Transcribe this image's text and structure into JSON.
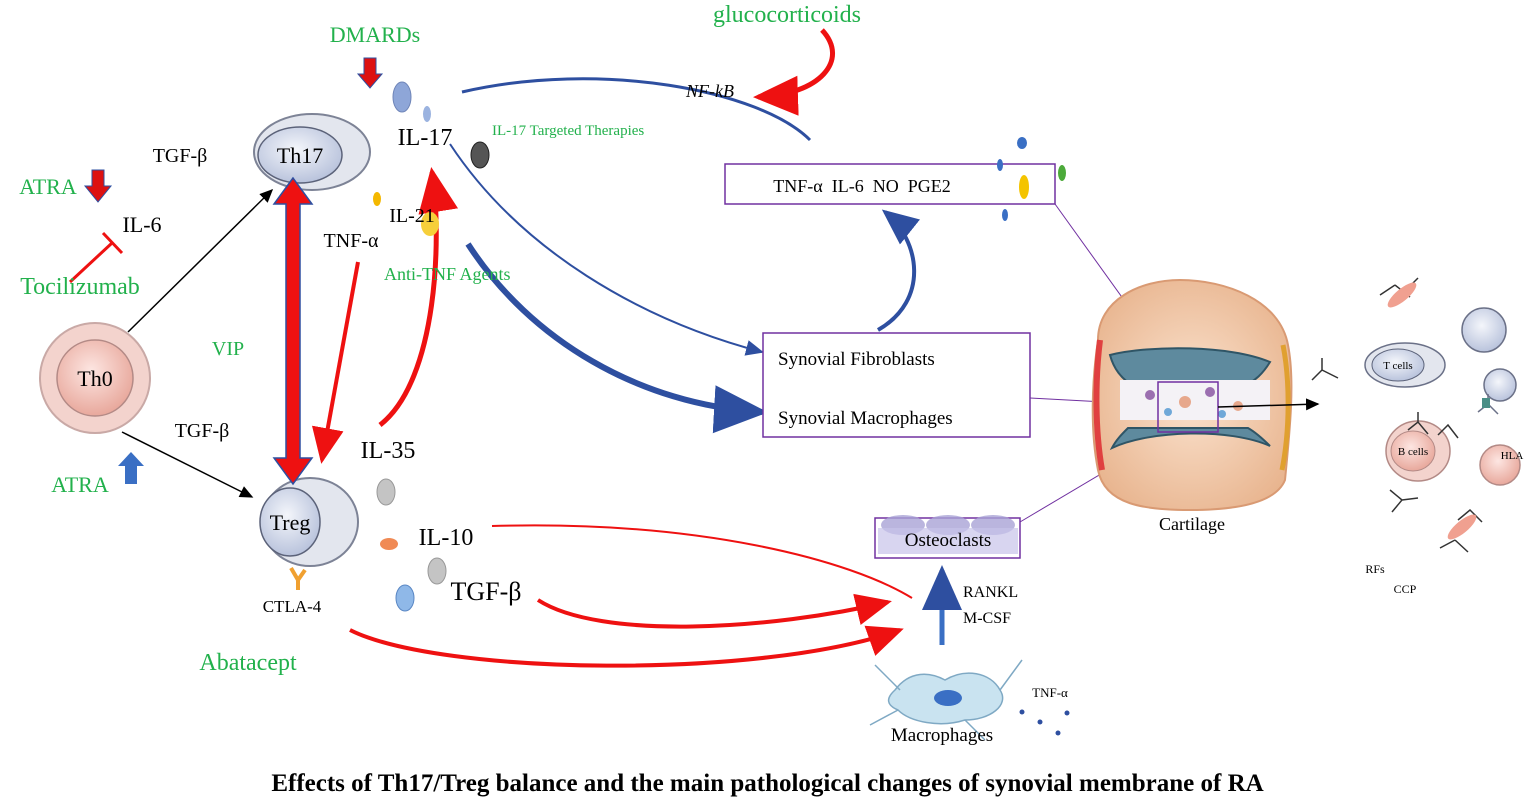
{
  "colors": {
    "green": "#22b14c",
    "red": "#ee1111",
    "blue": "#2e4fa0",
    "purple": "#7030a0",
    "black": "#000000"
  },
  "drugs": {
    "dmards": "DMARDs",
    "glucocorticoids": "glucocorticoids",
    "atra_top": "ATRA",
    "tocilizumab": "Tocilizumab",
    "vip": "VIP",
    "atra_bottom": "ATRA",
    "il17_therapies": "IL-17 Targeted Therapies",
    "anti_tnf": "Anti-TNF Agents",
    "abatacept": "Abatacept"
  },
  "cells": {
    "th0": "Th0",
    "th17": "Th17",
    "treg": "Treg",
    "synovial_fibroblasts": "Synovial Fibroblasts",
    "synovial_macrophages": "Synovial Macrophages",
    "osteoclasts": "Osteoclasts",
    "macrophages": "Macrophages",
    "t_cells": "T cells",
    "b_cells": "B cells"
  },
  "cytokines": {
    "tgfb_top": "TGF-β",
    "il6": "IL-6",
    "tgfb_left": "TGF-β",
    "il17": "IL-17",
    "il21": "IL-21",
    "tnfa": "TNF-α",
    "il35": "IL-35",
    "il10": "IL-10",
    "tgfb_right": "TGF-β",
    "ctla4": "CTLA-4",
    "nfkb": "NF-kB",
    "mediators": "TNF-α  IL-6  NO  PGE2",
    "rankl": "RANKL",
    "mcsf": "M-CSF",
    "tnfa_small": "TNF-α"
  },
  "labels": {
    "cartilage": "Cartilage",
    "hla": "HLA",
    "rfs": "RFs",
    "ccp": "CCP"
  },
  "caption": "Effects of Th17/Treg balance and the main pathological changes of synovial membrane of RA"
}
